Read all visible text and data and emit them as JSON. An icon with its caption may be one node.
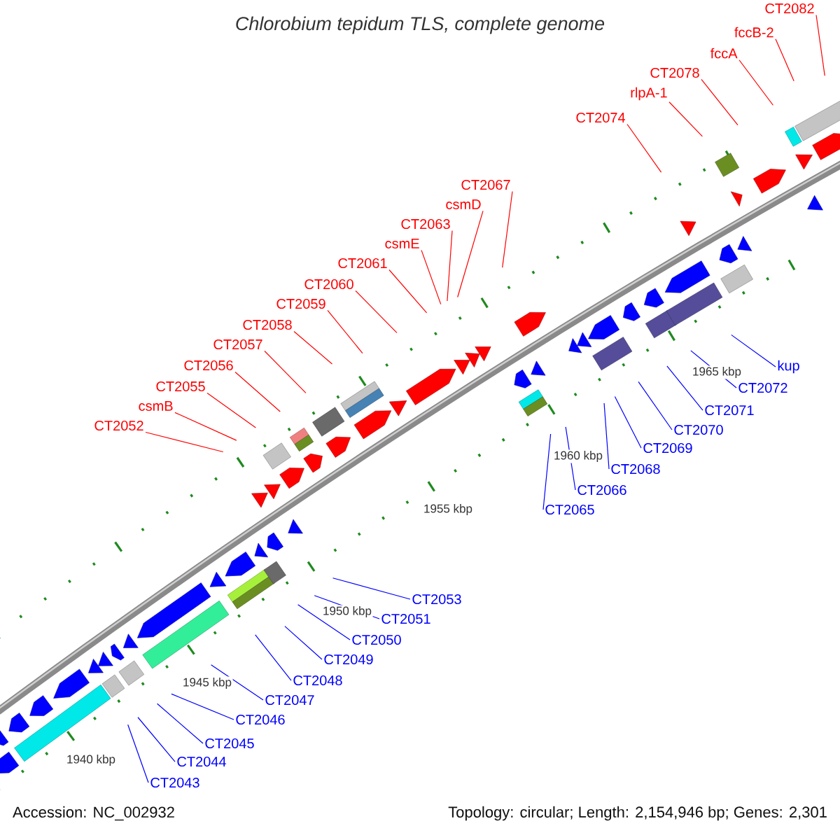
{
  "diagram": {
    "title": "Chlorobium tepidum TLS, complete genome",
    "nodes": [
      {
        "text": [
          "CT2082"
        ]
      },
      {
        "text": [
          "fccB-2"
        ]
      },
      {
        "text": [
          "fccA"
        ]
      },
      {
        "text": [
          "CT2078"
        ]
      },
      {
        "text": [
          "rlpA-1"
        ]
      },
      {
        "text": [
          "CT2074"
        ]
      },
      {
        "text": [
          "CT2067"
        ]
      },
      {
        "text": [
          "csmD"
        ]
      },
      {
        "text": [
          "CT2063"
        ]
      },
      {
        "text": [
          "csmE"
        ]
      },
      {
        "text": [
          "CT2061"
        ]
      },
      {
        "text": [
          "CT2060"
        ]
      },
      {
        "text": [
          "CT2059"
        ]
      },
      {
        "text": [
          "CT2058"
        ]
      },
      {
        "text": [
          "CT2057"
        ]
      },
      {
        "text": [
          "CT2056"
        ]
      },
      {
        "text": [
          "CT2055"
        ]
      },
      {
        "text": [
          "csmB"
        ]
      },
      {
        "text": [
          "CT2052"
        ]
      },
      {
        "text": [
          "kup"
        ]
      },
      {
        "text": [
          "CT2072"
        ]
      },
      {
        "text": [
          "CT2071"
        ]
      },
      {
        "text": [
          "CT2070"
        ]
      },
      {
        "text": [
          "CT2069"
        ]
      },
      {
        "text": [
          "CT2068"
        ]
      },
      {
        "text": [
          "CT2066"
        ]
      },
      {
        "text": [
          "CT2065"
        ]
      },
      {
        "text": [
          "CT2053"
        ]
      },
      {
        "text": [
          "CT2051"
        ]
      },
      {
        "text": [
          "CT2050"
        ]
      },
      {
        "text": [
          "CT2049"
        ]
      },
      {
        "text": [
          "CT2048"
        ]
      },
      {
        "text": [
          "CT2047"
        ]
      },
      {
        "text": [
          "CT2046"
        ]
      },
      {
        "text": [
          "CT2045"
        ]
      },
      {
        "text": [
          "CT2044"
        ]
      },
      {
        "text": [
          "CT2043"
        ]
      }
    ],
    "edges": [
      {
        "from": 0,
        "to": null,
        "arrow": "none"
      },
      {
        "from": 1,
        "to": null,
        "arrow": "none"
      },
      {
        "from": 2,
        "to": null,
        "arrow": "none"
      },
      {
        "from": 3,
        "to": null,
        "arrow": "none"
      },
      {
        "from": 4,
        "to": null,
        "arrow": "none"
      },
      {
        "from": 5,
        "to": null,
        "arrow": "none"
      },
      {
        "from": 6,
        "to": null,
        "arrow": "none"
      },
      {
        "from": 7,
        "to": null,
        "arrow": "none"
      },
      {
        "from": 8,
        "to": null,
        "arrow": "none"
      },
      {
        "from": 9,
        "to": null,
        "arrow": "none"
      },
      {
        "from": 10,
        "to": null,
        "arrow": "none"
      },
      {
        "from": 11,
        "to": null,
        "arrow": "none"
      },
      {
        "from": 12,
        "to": null,
        "arrow": "none"
      },
      {
        "from": 13,
        "to": null,
        "arrow": "none"
      },
      {
        "from": 14,
        "to": null,
        "arrow": "none"
      },
      {
        "from": 15,
        "to": null,
        "arrow": "none"
      },
      {
        "from": 16,
        "to": null,
        "arrow": "none"
      },
      {
        "from": 17,
        "to": null,
        "arrow": "none"
      },
      {
        "from": 18,
        "to": null,
        "arrow": "none"
      },
      {
        "from": 19,
        "to": null,
        "arrow": "none",
        "color": "#0000ff"
      },
      {
        "from": 20,
        "to": null,
        "arrow": "none",
        "color": "#0000ff"
      },
      {
        "from": 21,
        "to": null,
        "arrow": "none",
        "color": "#0000ff"
      },
      {
        "from": 22,
        "to": null,
        "arrow": "none",
        "color": "#0000ff"
      },
      {
        "from": 23,
        "to": null,
        "arrow": "none",
        "color": "#0000ff"
      },
      {
        "from": 24,
        "to": null,
        "arrow": "none",
        "color": "#0000ff"
      },
      {
        "from": 25,
        "to": null,
        "arrow": "none",
        "color": "#0000ff"
      },
      {
        "from": 26,
        "to": null,
        "arrow": "none",
        "color": "#0000ff"
      },
      {
        "from": 27,
        "to": null,
        "arrow": "none",
        "color": "#0000ff"
      },
      {
        "from": 28,
        "to": null,
        "arrow": "none",
        "color": "#0000ff"
      },
      {
        "from": 29,
        "to": null,
        "arrow": "none",
        "color": "#0000ff"
      },
      {
        "from": 30,
        "to": null,
        "arrow": "none",
        "color": "#0000ff"
      },
      {
        "from": 31,
        "to": null,
        "arrow": "none",
        "color": "#0000ff"
      },
      {
        "from": 32,
        "to": null,
        "arrow": "none",
        "color": "#0000ff"
      },
      {
        "from": 33,
        "to": null,
        "arrow": "none",
        "color": "#0000ff"
      },
      {
        "from": 34,
        "to": null,
        "arrow": "none",
        "color": "#0000ff"
      },
      {
        "from": 35,
        "to": null,
        "arrow": "none",
        "color": "#0000ff"
      },
      {
        "from": 36,
        "to": null,
        "arrow": "none",
        "color": "#0000ff"
      }
    ],
    "labels": [
      "1965 kbp",
      "1960 kbp",
      "1955 kbp",
      "1950 kbp",
      "1945 kbp",
      "1940 kbp",
      "Accession: NC_002932",
      "Topology: circular; Length: 2,154,946 bp; Genes: 2,301"
    ]
  }
}
